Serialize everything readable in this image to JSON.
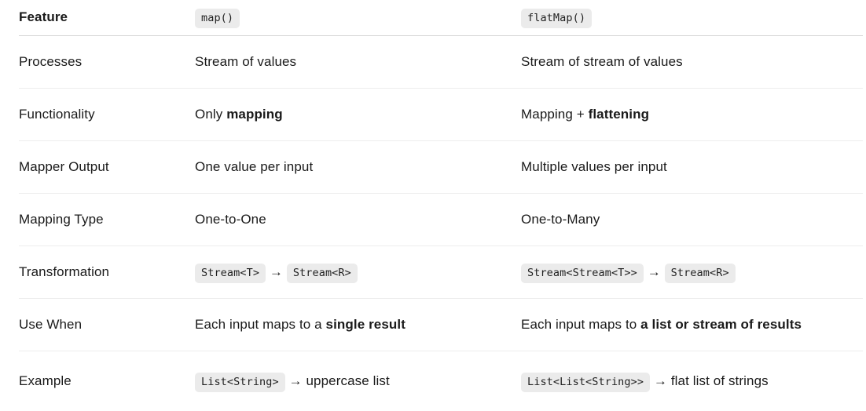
{
  "colors": {
    "text": "#1a1a1a",
    "pill_background": "#ebebeb",
    "header_border": "#d6d6d6",
    "row_border": "#ededed"
  },
  "table": {
    "header": {
      "feature_label": "Feature",
      "map_code": "map()",
      "flatmap_code": "flatMap()"
    },
    "rows": [
      {
        "feature": "Processes",
        "map": [
          {
            "t": "text",
            "v": "Stream of values"
          }
        ],
        "flatmap": [
          {
            "t": "text",
            "v": "Stream of stream of values"
          }
        ]
      },
      {
        "feature": "Functionality",
        "map": [
          {
            "t": "text",
            "v": "Only "
          },
          {
            "t": "strong",
            "v": "mapping"
          }
        ],
        "flatmap": [
          {
            "t": "text",
            "v": "Mapping + "
          },
          {
            "t": "strong",
            "v": "flattening"
          }
        ]
      },
      {
        "feature": "Mapper Output",
        "map": [
          {
            "t": "text",
            "v": "One value per input"
          }
        ],
        "flatmap": [
          {
            "t": "text",
            "v": "Multiple values per input"
          }
        ]
      },
      {
        "feature": "Mapping Type",
        "map": [
          {
            "t": "text",
            "v": "One-to-One"
          }
        ],
        "flatmap": [
          {
            "t": "text",
            "v": "One-to-Many"
          }
        ]
      },
      {
        "feature": "Transformation",
        "map": [
          {
            "t": "code",
            "v": "Stream<T>"
          },
          {
            "t": "arrow",
            "v": " → "
          },
          {
            "t": "code",
            "v": "Stream<R>"
          }
        ],
        "flatmap": [
          {
            "t": "code",
            "v": "Stream<Stream<T>>"
          },
          {
            "t": "arrow",
            "v": " → "
          },
          {
            "t": "code",
            "v": "Stream<R>"
          }
        ]
      },
      {
        "feature": "Use When",
        "map": [
          {
            "t": "text",
            "v": "Each input maps to a "
          },
          {
            "t": "strong",
            "v": "single result"
          }
        ],
        "flatmap": [
          {
            "t": "text",
            "v": "Each input maps to "
          },
          {
            "t": "strong",
            "v": "a list or stream of results"
          }
        ]
      },
      {
        "feature": "Example",
        "map": [
          {
            "t": "code",
            "v": "List<String>"
          },
          {
            "t": "arrow",
            "v": " → "
          },
          {
            "t": "text",
            "v": "uppercase list"
          }
        ],
        "flatmap": [
          {
            "t": "code",
            "v": "List<List<String>>"
          },
          {
            "t": "arrow",
            "v": " → "
          },
          {
            "t": "text",
            "v": "flat list of strings"
          }
        ]
      }
    ]
  }
}
